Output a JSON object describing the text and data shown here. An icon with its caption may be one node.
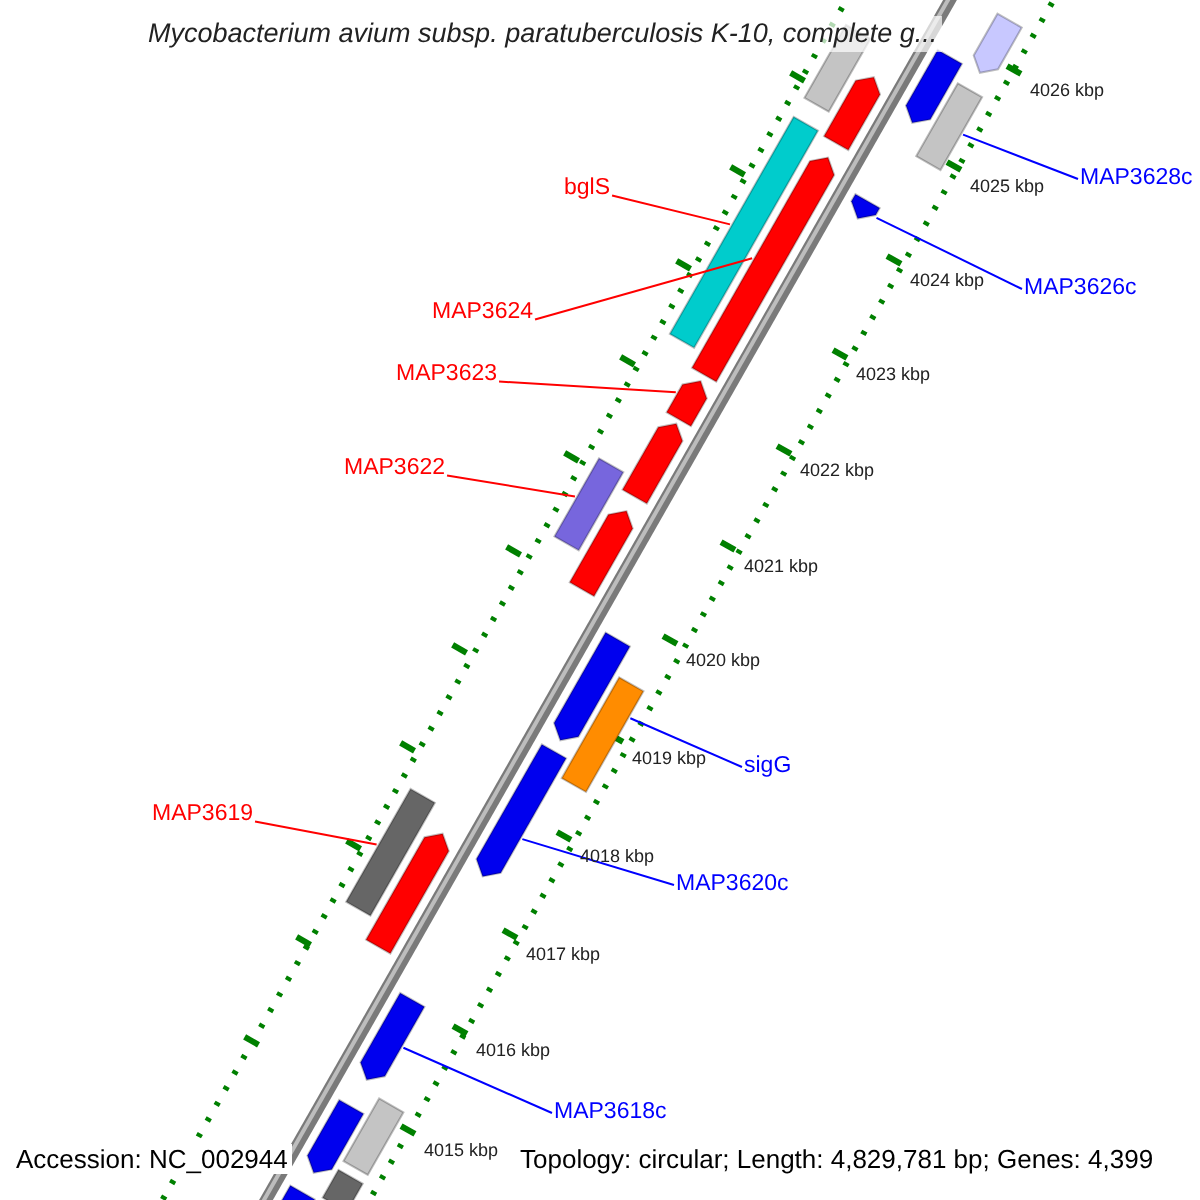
{
  "diagram": {
    "title": "Mycobacterium avium subsp. paratuberculosis K-10, complete g...",
    "nodes": [
      {
        "text": [],
        "shape": "arrow"
      },
      {
        "text": [],
        "shape": "box"
      },
      {
        "text": [],
        "shape": "arrow"
      },
      {
        "text": [],
        "shape": "box"
      },
      {
        "text": [],
        "shape": "arrow"
      },
      {
        "text": [
          "MAP3628c"
        ]
      },
      {
        "text": [
          "bglS"
        ]
      },
      {
        "text": [],
        "shape": "arrow"
      },
      {
        "text": [],
        "shape": "box"
      },
      {
        "text": [],
        "shape": "arrow"
      },
      {
        "text": [
          "MAP3626c"
        ]
      },
      {
        "text": [
          "MAP3624"
        ]
      },
      {
        "text": [
          "MAP3623"
        ]
      },
      {
        "text": [],
        "shape": "arrow"
      },
      {
        "text": [],
        "shape": "arrow"
      },
      {
        "text": [
          "MAP3622"
        ]
      },
      {
        "text": [],
        "shape": "box"
      },
      {
        "text": [],
        "shape": "arrow"
      },
      {
        "text": [],
        "shape": "arrow"
      },
      {
        "text": [],
        "shape": "box"
      },
      {
        "text": [
          "sigG"
        ]
      },
      {
        "text": [],
        "shape": "arrow"
      },
      {
        "text": [
          "MAP3619"
        ]
      },
      {
        "text": [],
        "shape": "box"
      },
      {
        "text": [],
        "shape": "arrow"
      },
      {
        "text": [
          "MAP3620c"
        ]
      },
      {
        "text": [],
        "shape": "arrow"
      },
      {
        "text": [
          "MAP3618c"
        ]
      },
      {
        "text": [],
        "shape": "arrow"
      },
      {
        "text": [],
        "shape": "box"
      },
      {
        "text": [],
        "shape": "arrow"
      },
      {
        "text": [],
        "shape": "box"
      }
    ],
    "edges": [
      {
        "from": 5,
        "to": 3,
        "arrow": "none",
        "color": "#0000ff"
      },
      {
        "from": 6,
        "to": 8,
        "arrow": "none",
        "color": "#ff0000"
      },
      {
        "from": 10,
        "to": 7,
        "arrow": "none",
        "color": "#0000ff"
      },
      {
        "from": 11,
        "to": 9,
        "arrow": "none",
        "color": "#ff0000"
      },
      {
        "from": 12,
        "to": 13,
        "arrow": "none",
        "color": "#ff0000"
      },
      {
        "from": 15,
        "to": 16,
        "arrow": "none",
        "color": "#ff0000"
      },
      {
        "from": 20,
        "to": 19,
        "arrow": "none",
        "color": "#0000ff"
      },
      {
        "from": 22,
        "to": 23,
        "arrow": "none",
        "color": "#ff0000"
      },
      {
        "from": 25,
        "to": 21,
        "arrow": "none",
        "color": "#0000ff"
      },
      {
        "from": 27,
        "to": 26,
        "arrow": "none",
        "color": "#0000ff"
      }
    ],
    "labels": [
      "4026 kbp",
      "4025 kbp",
      "4024 kbp",
      "4023 kbp",
      "4022 kbp",
      "4021 kbp",
      "4020 kbp",
      "4019 kbp",
      "4018 kbp",
      "4017 kbp",
      "4016 kbp",
      "4015 kbp",
      "Accession: NC_002944",
      "Topology: circular; Length: 4,829,781 bp; Genes: 4,399"
    ]
  }
}
